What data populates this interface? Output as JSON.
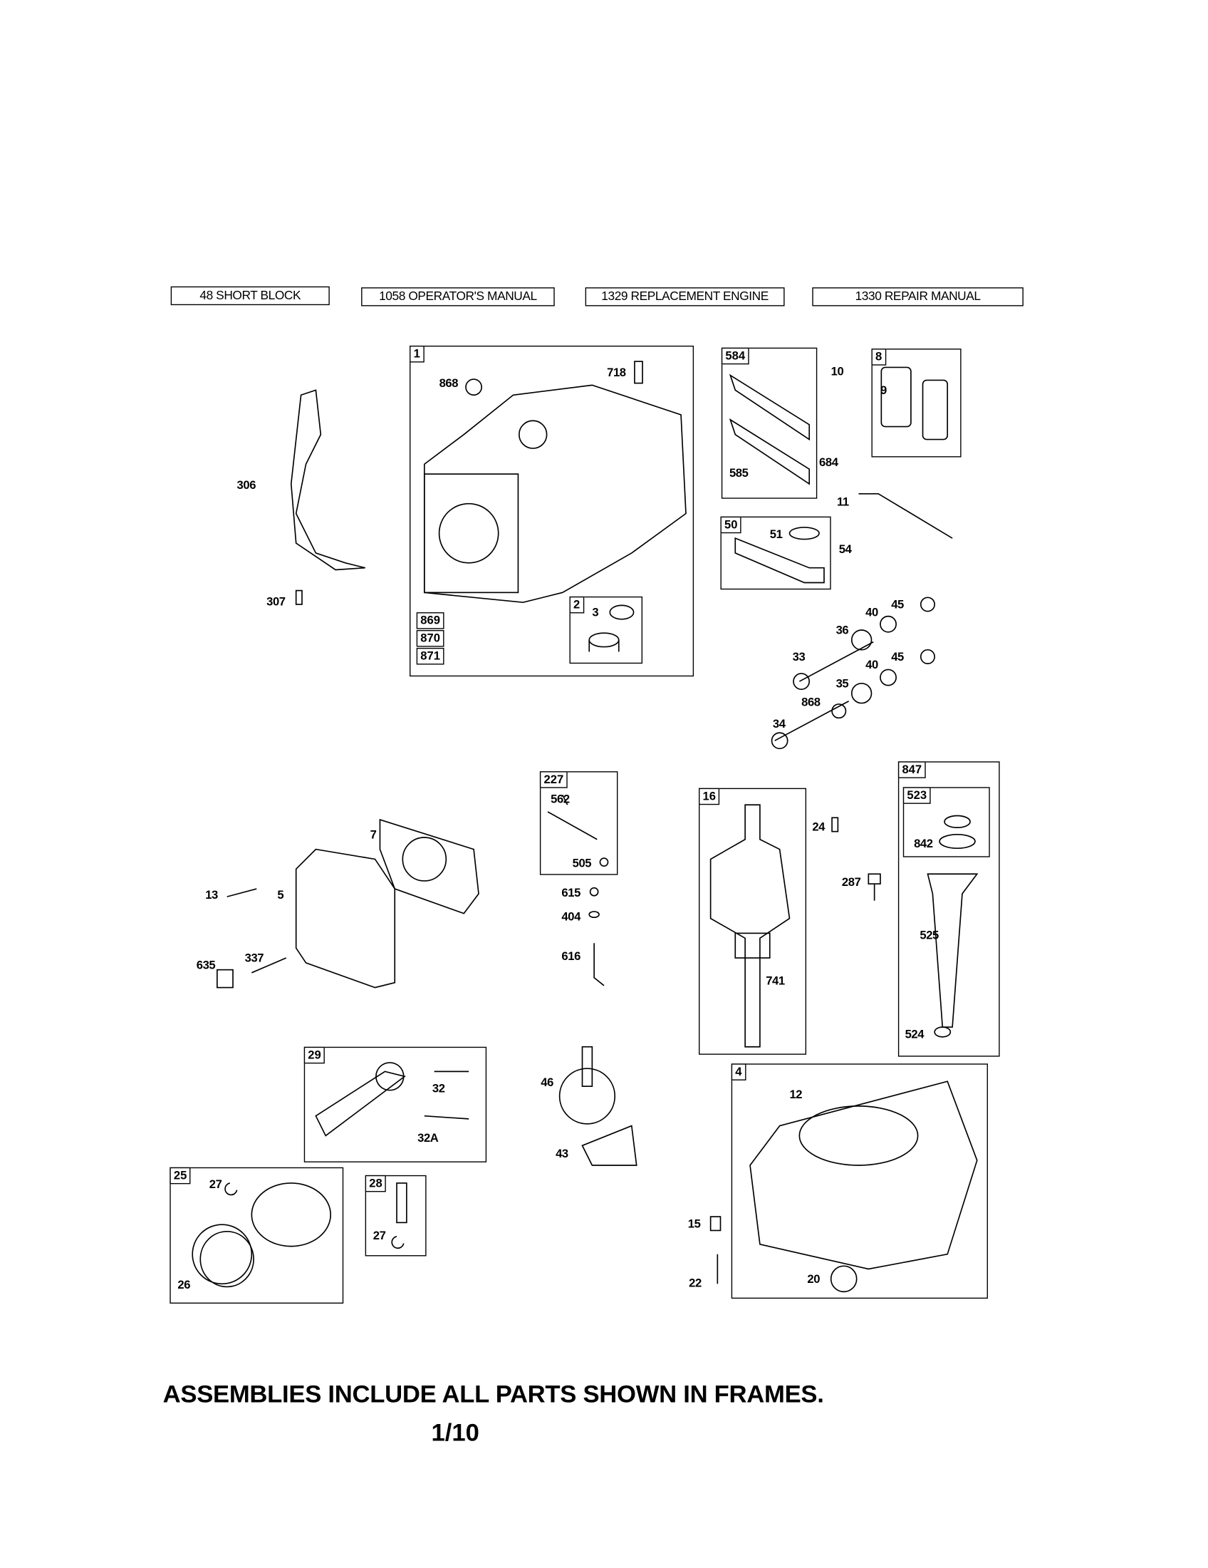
{
  "header_boxes": [
    "48 SHORT BLOCK",
    "1058 OPERATOR'S MANUAL",
    "1329 REPLACEMENT ENGINE",
    "1330 REPAIR MANUAL"
  ],
  "frames": {
    "f1": "1",
    "f2": "2",
    "f584": "584",
    "f8": "8",
    "f50": "50",
    "f227": "227",
    "f16": "16",
    "f847": "847",
    "f523": "523",
    "f29": "29",
    "f25": "25",
    "f28": "28",
    "f4": "4",
    "f869": "869",
    "f870": "870",
    "f871": "871"
  },
  "parts": [
    "868",
    "718",
    "306",
    "307",
    "10",
    "9",
    "684",
    "585",
    "11",
    "51",
    "54",
    "40",
    "45",
    "36",
    "33",
    "40",
    "45",
    "35",
    "868",
    "34",
    "7",
    "13",
    "5",
    "337",
    "635",
    "562",
    "505",
    "615",
    "404",
    "616",
    "24",
    "287",
    "741",
    "842",
    "525",
    "524",
    "46",
    "43",
    "32",
    "32A",
    "27",
    "26",
    "27",
    "12",
    "15",
    "22",
    "20",
    "3"
  ],
  "footer": "ASSEMBLIES INCLUDE ALL PARTS SHOWN IN FRAMES.",
  "page_number": "1/10"
}
